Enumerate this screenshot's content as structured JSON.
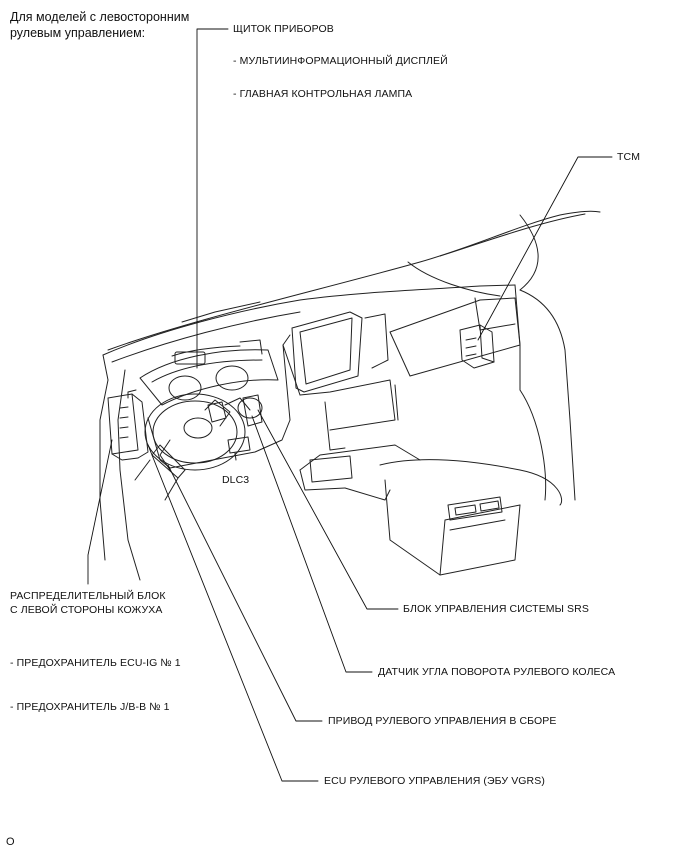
{
  "header": {
    "line1": "Для моделей с левосторонним",
    "line2": "рулевым управлением:"
  },
  "labels": {
    "instrument_cluster": "ЩИТОК ПРИБОРОВ",
    "multi_display": "- МУЛЬТИИНФОРМАЦИОННЫЙ ДИСПЛЕЙ",
    "master_warning": "- ГЛАВНАЯ КОНТРОЛЬНАЯ ЛАМПА",
    "tcm": "TCM",
    "dlc3": "DLC3",
    "jb_line1": "РАСПРЕДЕЛИТЕЛЬНЫЙ БЛОК",
    "jb_line2": "С ЛЕВОЙ СТОРОНЫ КОЖУХА",
    "fuse_ecu_ig": "- ПРЕДОХРАНИТЕЛЬ ECU-IG № 1",
    "fuse_jbb": "- ПРЕДОХРАНИТЕЛЬ J/B-B № 1",
    "srs_ecu": "БЛОК УПРАВЛЕНИЯ СИСТЕМЫ SRS",
    "steering_angle_sensor": "ДАТЧИК УГЛА ПОВОРОТА РУЛЕВОГО КОЛЕСА",
    "steering_actuator": "ПРИВОД РУЛЕВОГО УПРАВЛЕНИЯ В СБОРЕ",
    "vgrs_ecu": "ECU РУЛЕВОГО УПРАВЛЕНИЯ (ЭБУ VGRS)",
    "corner_mark": "O"
  }
}
